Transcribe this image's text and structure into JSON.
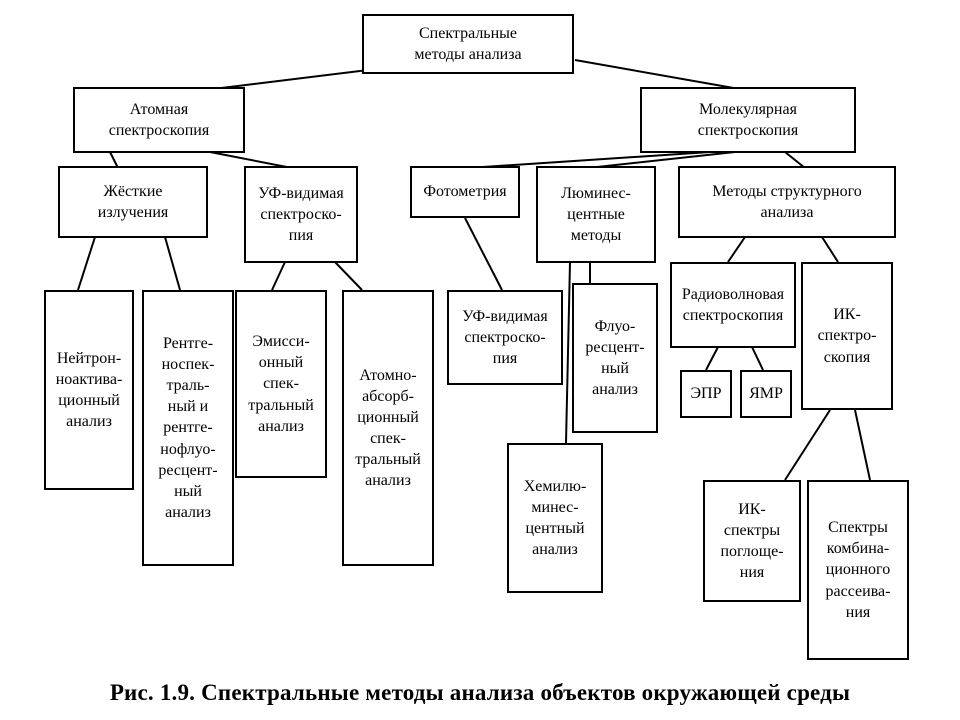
{
  "nodes": {
    "root": "Спектральные\nметоды анализа",
    "atomic": "Атомная\nспектроскопия",
    "molecular": "Молекулярная\nспектроскопия",
    "hard_radiation": "Жёсткие\nизлучения",
    "uv_visible_atomic": "УФ-видимая\nспектроско-\nпия",
    "photometry": "Фотометрия",
    "luminescent": "Люминес-\nцентные\nметоды",
    "structural": "Методы структурного\nанализа",
    "neutron_activation": "Нейтрон-\nноактива-\nционный\nанализ",
    "xray": "Рентге-\nноспек-\nтраль-\nный и\nрентге-\nнофлуо-\nресцент-\nный\nанализ",
    "emission": "Эмисси-\nонный\nспек-\nтральный\nанализ",
    "atomic_absorption": "Атомно-\nабсорб-\nционный\nспек-\nтральный\nанализ",
    "uv_visible_photometry": "УФ-видимая\nспектроско-\nпия",
    "fluorescent": "Флуо-\nресцент-\nный\nанализ",
    "chemiluminescent": "Хемилю-\nминес-\nцентный\nанализ",
    "radiowave": "Радиоволновая\nспектроскопия",
    "ir_spectroscopy": "ИК-\nспектро-\nскопия",
    "epr": "ЭПР",
    "nmr": "ЯМР",
    "ir_absorption": "ИК-\nспектры\nпоглоще-\nния",
    "raman": "Спектры\nкомбина-\nционного\nрассеива-\nния"
  },
  "caption": "Рис. 1.9. Спектральные методы анализа объектов окружающей среды"
}
